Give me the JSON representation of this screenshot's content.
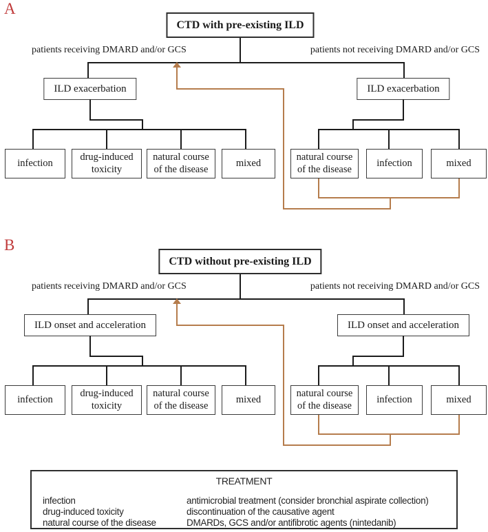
{
  "panels": [
    {
      "letter": "A",
      "root": "CTD with pre-existing ILD",
      "branch_left_label": "patients receiving DMARD and/or GCS",
      "branch_right_label": "patients not receiving DMARD and/or GCS",
      "left_node": "ILD exacerbation",
      "right_node": "ILD exacerbation",
      "left_leaves": [
        "infection",
        "drug-induced toxicity",
        "natural course of the disease",
        "mixed"
      ],
      "right_leaves": [
        "natural course of the disease",
        "infection",
        "mixed"
      ]
    },
    {
      "letter": "B",
      "root": "CTD without pre-existing ILD",
      "branch_left_label": "patients receiving DMARD and/or GCS",
      "branch_right_label": "patients not receiving DMARD and/or GCS",
      "left_node": "ILD onset and acceleration",
      "right_node": "ILD onset and acceleration",
      "left_leaves": [
        "infection",
        "drug-induced toxicity",
        "natural course of the disease",
        "mixed"
      ],
      "right_leaves": [
        "natural course of the disease",
        "infection",
        "mixed"
      ]
    }
  ],
  "treatment": {
    "title": "TREATMENT",
    "rows": [
      {
        "condition": "infection",
        "therapy": "antimicrobial treatment (consider bronchial aspirate collection)"
      },
      {
        "condition": "drug-induced toxicity",
        "therapy": "discontinuation of the causative agent"
      },
      {
        "condition": "natural course of the disease",
        "therapy": "DMARDs, GCS and/or antifibrotic agents (nintedanib)"
      }
    ]
  },
  "colors": {
    "connector_line": "#1b1b1b",
    "box_border": "#3a3a3a",
    "feedback_arrow_orange": "#b57c4c",
    "panel_letter_red": "#c03a3a"
  }
}
